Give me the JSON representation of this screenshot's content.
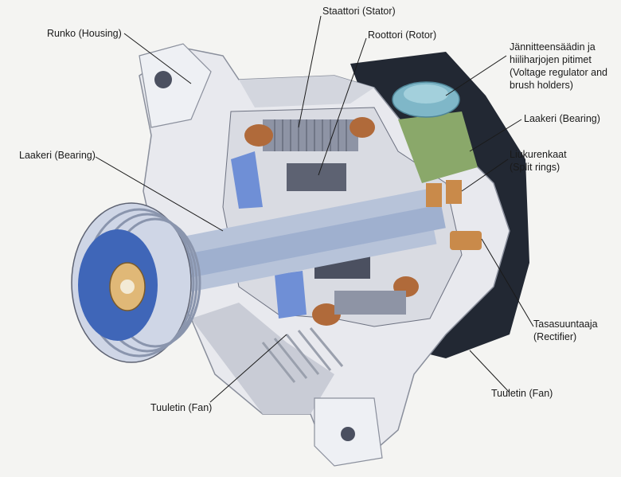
{
  "labels": {
    "housing": "Runko (Housing)",
    "stator": "Staattori (Stator)",
    "rotor": "Roottori (Rotor)",
    "regulator": [
      "Jännitteensäädin ja",
      "hiiliharjojen pitimet",
      "(Voltage regulator and",
      "brush holders)"
    ],
    "bearing_right": "Laakeri (Bearing)",
    "bearing_left": "Laakeri (Bearing)",
    "split_rings": [
      "Liukurenkaat",
      "(Split rings)"
    ],
    "rectifier": [
      "Tasasuuntaaja",
      "(Rectifier)"
    ],
    "fan_front": "Tuuletin (Fan)",
    "fan_rear": "Tuuletin (Fan)"
  },
  "colors": {
    "housing": "#e8e9ee",
    "housing_shade": "#c9ccd6",
    "shaft": "#b7c3d9",
    "pulley": "#cfd6e6",
    "pulley_dark": "#3f66b8",
    "fan_blue": "#6f8fd6",
    "rear_dark": "#222833",
    "regulator_cap": "#7fb7c8",
    "copper": "#b06a3a",
    "regulator_green": "#8aa86a"
  }
}
